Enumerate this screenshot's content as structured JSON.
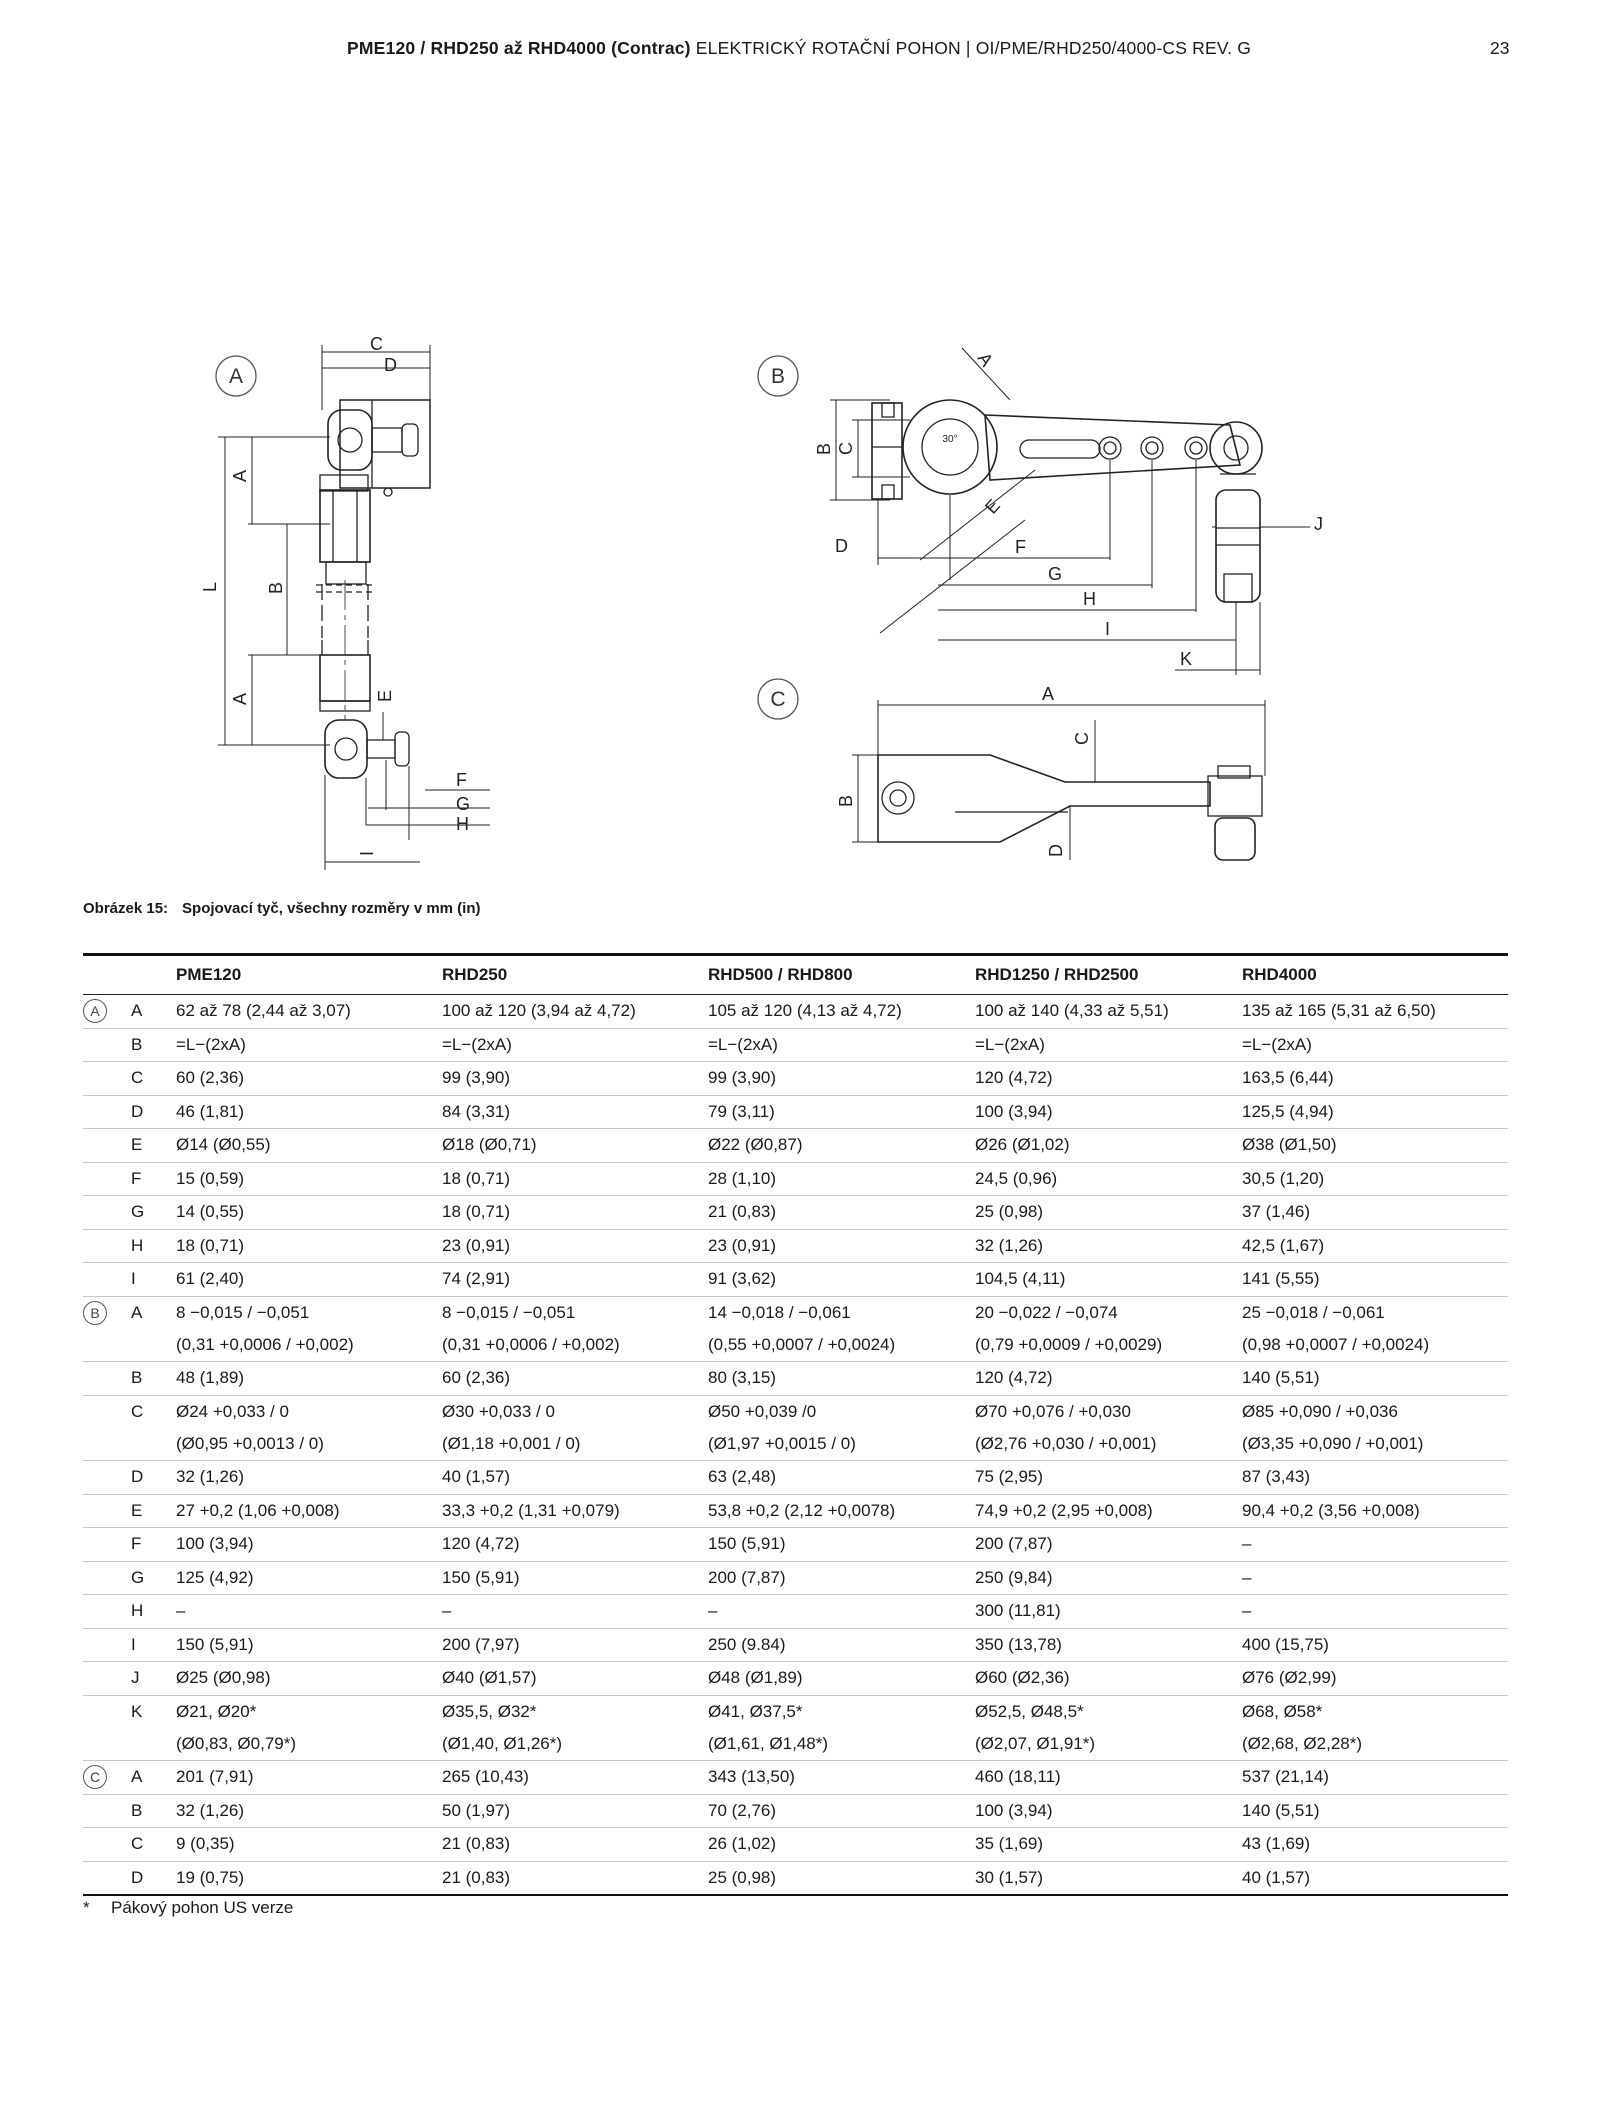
{
  "header": {
    "title_bold": "PME120 / RHD250 až RHD4000 (Contrac)",
    "title_rest": " ELEKTRICKÝ ROTAČNÍ POHON | OI/PME/RHD250/4000-CS REV. G",
    "page_number": "23"
  },
  "figure": {
    "view_labels": [
      "A",
      "B",
      "C"
    ],
    "view_a": {
      "dims": [
        "C",
        "D",
        "A",
        "L",
        "B",
        "A",
        "E",
        "F",
        "G",
        "H",
        "I"
      ]
    },
    "view_b": {
      "dims": [
        "A",
        "B",
        "C",
        "E",
        "D",
        "F",
        "G",
        "H",
        "I",
        "J",
        "K"
      ]
    },
    "view_c": {
      "dims": [
        "A",
        "C",
        "B",
        "D"
      ]
    },
    "caption_label": "Obrázek 15:",
    "caption_text": "Spojovací tyč, všechny rozměry v mm (in)"
  },
  "table": {
    "columns": [
      "",
      "",
      "PME120",
      "RHD250",
      "RHD500 / RHD800",
      "RHD1250 / RHD2500",
      "RHD4000"
    ],
    "rows": [
      {
        "group": "A",
        "dim": "A",
        "cells": [
          "62 až 78 (2,44 až 3,07)",
          "100 až 120 (3,94 až 4,72)",
          "105 až 120 (4,13 až 4,72)",
          "100 až 140 (4,33 až 5,51)",
          "135 až 165 (5,31 až 6,50)"
        ]
      },
      {
        "group": "",
        "dim": "B",
        "cells": [
          "=L−(2xA)",
          "=L−(2xA)",
          "=L−(2xA)",
          "=L−(2xA)",
          "=L−(2xA)"
        ]
      },
      {
        "group": "",
        "dim": "C",
        "cells": [
          "60 (2,36)",
          "99 (3,90)",
          "99 (3,90)",
          "120 (4,72)",
          "163,5 (6,44)"
        ]
      },
      {
        "group": "",
        "dim": "D",
        "cells": [
          "46 (1,81)",
          "84 (3,31)",
          "79 (3,11)",
          "100 (3,94)",
          "125,5 (4,94)"
        ]
      },
      {
        "group": "",
        "dim": "E",
        "cells": [
          "Ø14 (Ø0,55)",
          "Ø18 (Ø0,71)",
          "Ø22 (Ø0,87)",
          "Ø26 (Ø1,02)",
          "Ø38 (Ø1,50)"
        ]
      },
      {
        "group": "",
        "dim": "F",
        "cells": [
          "15 (0,59)",
          "18 (0,71)",
          "28 (1,10)",
          "24,5 (0,96)",
          "30,5 (1,20)"
        ]
      },
      {
        "group": "",
        "dim": "G",
        "cells": [
          "14 (0,55)",
          "18 (0,71)",
          "21 (0,83)",
          "25 (0,98)",
          "37 (1,46)"
        ]
      },
      {
        "group": "",
        "dim": "H",
        "cells": [
          "18 (0,71)",
          "23 (0,91)",
          "23 (0,91)",
          "32 (1,26)",
          "42,5 (1,67)"
        ]
      },
      {
        "group": "",
        "dim": "I",
        "cells": [
          "61 (2,40)",
          "74 (2,91)",
          "91 (3,62)",
          "104,5 (4,11)",
          "141 (5,55)"
        ]
      },
      {
        "group": "B",
        "dim": "A",
        "cells": [
          "8 −0,015 / −0,051",
          "8 −0,015 / −0,051",
          "14 −0,018 / −0,061",
          "20 −0,022 / −0,074",
          "25 −0,018 / −0,061"
        ],
        "nob": true
      },
      {
        "group": "",
        "dim": "",
        "cells": [
          "(0,31 +0,0006 / +0,002)",
          "(0,31 +0,0006 / +0,002)",
          "(0,55 +0,0007 / +0,0024)",
          "(0,79 +0,0009 / +0,0029)",
          "(0,98 +0,0007 / +0,0024)"
        ],
        "sub": true
      },
      {
        "group": "",
        "dim": "B",
        "cells": [
          "48 (1,89)",
          "60 (2,36)",
          "80 (3,15)",
          "120 (4,72)",
          "140 (5,51)"
        ]
      },
      {
        "group": "",
        "dim": "C",
        "cells": [
          "Ø24 +0,033 / 0",
          "Ø30 +0,033 / 0",
          "Ø50 +0,039 /0",
          "Ø70 +0,076 / +0,030",
          "Ø85 +0,090 / +0,036"
        ],
        "nob": true
      },
      {
        "group": "",
        "dim": "",
        "cells": [
          "(Ø0,95 +0,0013 / 0)",
          "(Ø1,18 +0,001 / 0)",
          "(Ø1,97 +0,0015 / 0)",
          "(Ø2,76 +0,030 / +0,001)",
          "(Ø3,35 +0,090 / +0,001)"
        ],
        "sub": true
      },
      {
        "group": "",
        "dim": "D",
        "cells": [
          "32 (1,26)",
          "40 (1,57)",
          "63 (2,48)",
          "75 (2,95)",
          "87 (3,43)"
        ]
      },
      {
        "group": "",
        "dim": "E",
        "cells": [
          "27 +0,2 (1,06 +0,008)",
          "33,3 +0,2 (1,31 +0,079)",
          "53,8 +0,2 (2,12 +0,0078)",
          "74,9 +0,2 (2,95 +0,008)",
          "90,4 +0,2 (3,56 +0,008)"
        ]
      },
      {
        "group": "",
        "dim": "F",
        "cells": [
          "100 (3,94)",
          "120 (4,72)",
          "150 (5,91)",
          "200 (7,87)",
          "–"
        ]
      },
      {
        "group": "",
        "dim": "G",
        "cells": [
          "125 (4,92)",
          "150 (5,91)",
          "200 (7,87)",
          "250 (9,84)",
          "–"
        ]
      },
      {
        "group": "",
        "dim": "H",
        "cells": [
          "–",
          "–",
          "–",
          "300 (11,81)",
          "–"
        ]
      },
      {
        "group": "",
        "dim": "I",
        "cells": [
          "150 (5,91)",
          "200 (7,97)",
          "250 (9.84)",
          "350 (13,78)",
          "400 (15,75)"
        ]
      },
      {
        "group": "",
        "dim": "J",
        "cells": [
          "Ø25 (Ø0,98)",
          "Ø40 (Ø1,57)",
          "Ø48 (Ø1,89)",
          "Ø60 (Ø2,36)",
          "Ø76 (Ø2,99)"
        ]
      },
      {
        "group": "",
        "dim": "K",
        "cells": [
          "Ø21, Ø20*",
          "Ø35,5, Ø32*",
          "Ø41, Ø37,5*",
          "Ø52,5, Ø48,5*",
          "Ø68, Ø58*"
        ],
        "nob": true
      },
      {
        "group": "",
        "dim": "",
        "cells": [
          "(Ø0,83, Ø0,79*)",
          "(Ø1,40, Ø1,26*)",
          "(Ø1,61, Ø1,48*)",
          "(Ø2,07, Ø1,91*)",
          "(Ø2,68, Ø2,28*)"
        ],
        "sub": true
      },
      {
        "group": "C",
        "dim": "A",
        "cells": [
          "201 (7,91)",
          "265 (10,43)",
          "343 (13,50)",
          "460 (18,11)",
          "537 (21,14)"
        ]
      },
      {
        "group": "",
        "dim": "B",
        "cells": [
          "32 (1,26)",
          "50 (1,97)",
          "70 (2,76)",
          "100 (3,94)",
          "140 (5,51)"
        ]
      },
      {
        "group": "",
        "dim": "C",
        "cells": [
          "9 (0,35)",
          "21 (0,83)",
          "26 (1,02)",
          "35 (1,69)",
          "43 (1,69)"
        ]
      },
      {
        "group": "",
        "dim": "D",
        "cells": [
          "19 (0,75)",
          "21 (0,83)",
          "25 (0,98)",
          "30 (1,57)",
          "40 (1,57)"
        ]
      }
    ]
  },
  "footnote": {
    "mark": "*",
    "text": "Pákový pohon US verze"
  }
}
